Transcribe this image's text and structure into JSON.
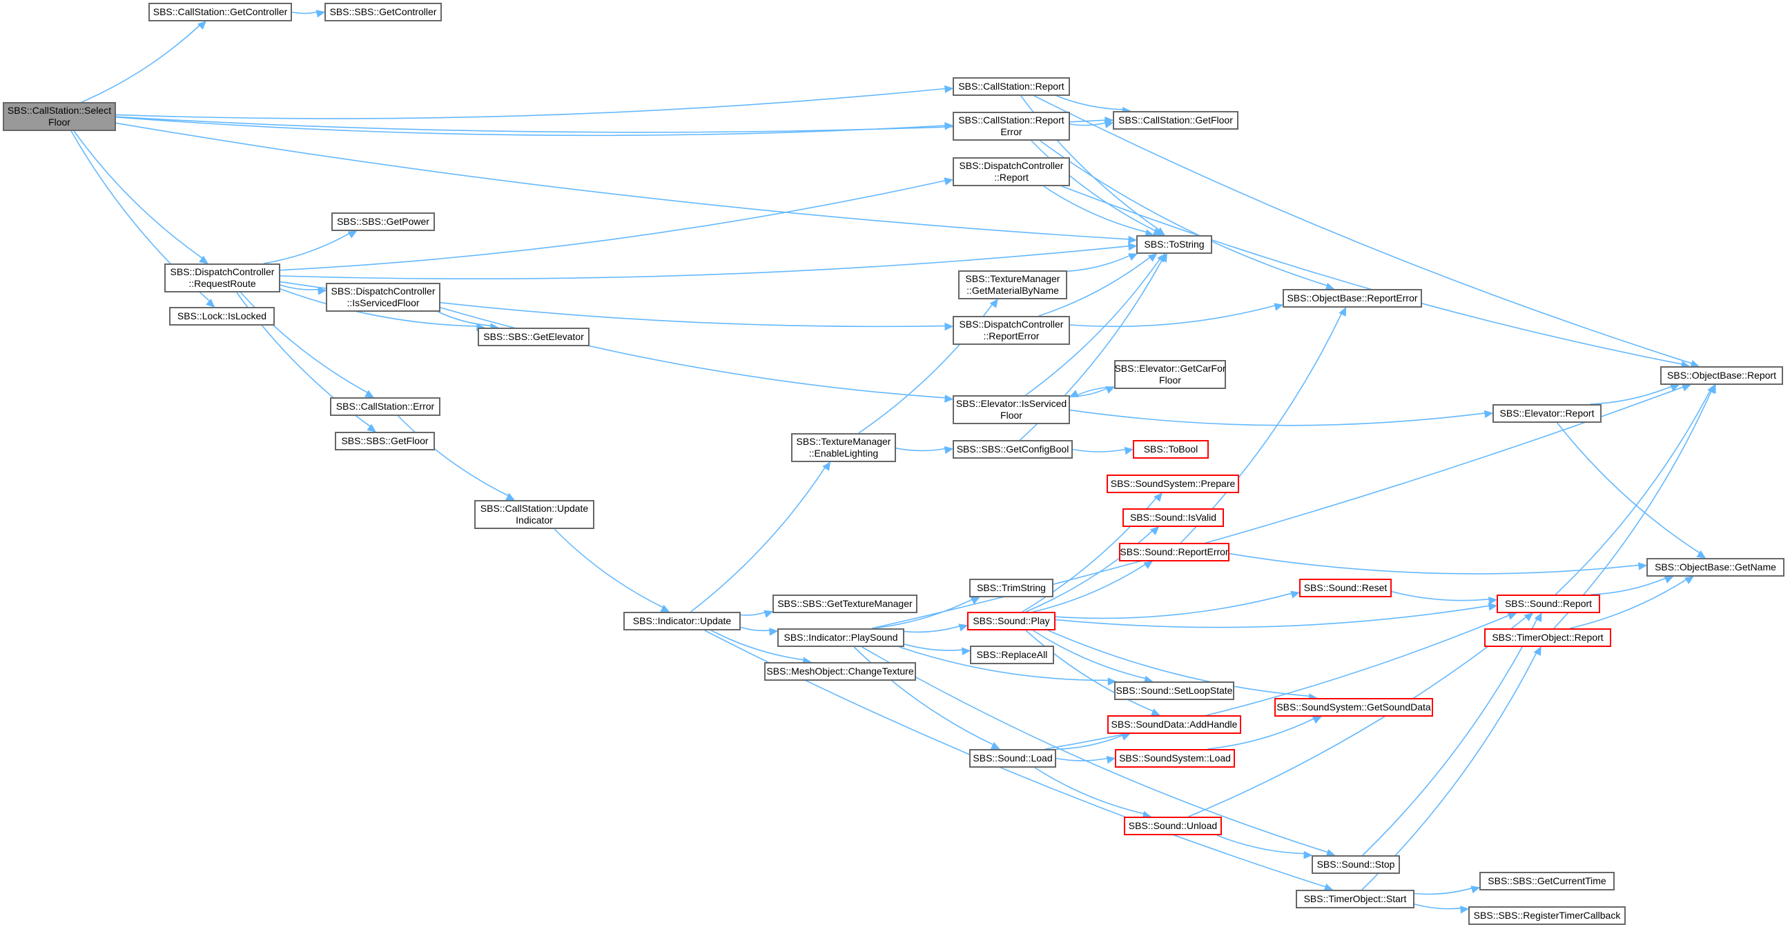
{
  "diagram": {
    "colors": {
      "edge": "#63b8ff",
      "node_border": "#666666",
      "root_fill": "#999999",
      "truncated_border": "#ff0000"
    },
    "nodes": [
      {
        "id": "select_floor",
        "label": "SBS::CallStation::Select\nFloor",
        "root": true
      },
      {
        "id": "cs_getcontroller",
        "label": "SBS::CallStation::GetController"
      },
      {
        "id": "sbs_getcontroller",
        "label": "SBS::SBS::GetController"
      },
      {
        "id": "cs_report",
        "label": "SBS::CallStation::Report"
      },
      {
        "id": "cs_getfloor",
        "label": "SBS::CallStation::GetFloor"
      },
      {
        "id": "cs_reporterror",
        "label": "SBS::CallStation::Report\nError"
      },
      {
        "id": "dc_report",
        "label": "SBS::DispatchController\n::Report"
      },
      {
        "id": "tostring",
        "label": "SBS::ToString"
      },
      {
        "id": "sbs_getpower",
        "label": "SBS::SBS::GetPower"
      },
      {
        "id": "dc_requestroute",
        "label": "SBS::DispatchController\n::RequestRoute"
      },
      {
        "id": "dc_isservicedfloor",
        "label": "SBS::DispatchController\n::IsServicedFloor"
      },
      {
        "id": "lock_islocked",
        "label": "SBS::Lock::IsLocked"
      },
      {
        "id": "sbs_getelevator",
        "label": "SBS::SBS::GetElevator"
      },
      {
        "id": "tm_getmaterialbyname",
        "label": "SBS::TextureManager\n::GetMaterialByName"
      },
      {
        "id": "dc_reporterror",
        "label": "SBS::DispatchController\n::ReportError"
      },
      {
        "id": "ob_reporterror",
        "label": "SBS::ObjectBase::ReportError"
      },
      {
        "id": "elev_getcarforfloor",
        "label": "SBS::Elevator::GetCarFor\nFloor"
      },
      {
        "id": "ob_report",
        "label": "SBS::ObjectBase::Report"
      },
      {
        "id": "elev_isservicedfloor",
        "label": "SBS::Elevator::IsServiced\nFloor"
      },
      {
        "id": "elev_report",
        "label": "SBS::Elevator::Report"
      },
      {
        "id": "cs_error",
        "label": "SBS::CallStation::Error"
      },
      {
        "id": "sbs_getfloor",
        "label": "SBS::SBS::GetFloor"
      },
      {
        "id": "tm_enablelighting",
        "label": "SBS::TextureManager\n::EnableLighting"
      },
      {
        "id": "sbs_getconfigbool",
        "label": "SBS::SBS::GetConfigBool"
      },
      {
        "id": "tobool",
        "label": "SBS::ToBool",
        "truncated": true
      },
      {
        "id": "ss_prepare",
        "label": "SBS::SoundSystem::Prepare",
        "truncated": true
      },
      {
        "id": "cs_updateindicator",
        "label": "SBS::CallStation::Update\nIndicator"
      },
      {
        "id": "sound_isvalid",
        "label": "SBS::Sound::IsValid",
        "truncated": true
      },
      {
        "id": "sound_reporterror",
        "label": "SBS::Sound::ReportError",
        "truncated": true
      },
      {
        "id": "ob_getname",
        "label": "SBS::ObjectBase::GetName"
      },
      {
        "id": "trimstring",
        "label": "SBS::TrimString"
      },
      {
        "id": "sound_reset",
        "label": "SBS::Sound::Reset",
        "truncated": true
      },
      {
        "id": "sbs_gettexturemanager",
        "label": "SBS::SBS::GetTextureManager"
      },
      {
        "id": "sound_report",
        "label": "SBS::Sound::Report",
        "truncated": true
      },
      {
        "id": "indicator_update",
        "label": "SBS::Indicator::Update"
      },
      {
        "id": "sound_play",
        "label": "SBS::Sound::Play",
        "truncated": true
      },
      {
        "id": "indicator_playsound",
        "label": "SBS::Indicator::PlaySound"
      },
      {
        "id": "timer_report",
        "label": "SBS::TimerObject::Report",
        "truncated": true
      },
      {
        "id": "replaceall",
        "label": "SBS::ReplaceAll"
      },
      {
        "id": "mesh_changetexture",
        "label": "SBS::MeshObject::ChangeTexture"
      },
      {
        "id": "ss_getsounddata",
        "label": "SBS::SoundSystem::GetSoundData",
        "truncated": true
      },
      {
        "id": "sound_setloopstate",
        "label": "SBS::Sound::SetLoopState"
      },
      {
        "id": "sd_addhandle",
        "label": "SBS::SoundData::AddHandle",
        "truncated": true
      },
      {
        "id": "sound_load",
        "label": "SBS::Sound::Load"
      },
      {
        "id": "ss_load",
        "label": "SBS::SoundSystem::Load",
        "truncated": true
      },
      {
        "id": "sound_unload",
        "label": "SBS::Sound::Unload",
        "truncated": true
      },
      {
        "id": "sound_stop",
        "label": "SBS::Sound::Stop"
      },
      {
        "id": "sbs_getcurrenttime",
        "label": "SBS::SBS::GetCurrentTime"
      },
      {
        "id": "timer_start",
        "label": "SBS::TimerObject::Start"
      },
      {
        "id": "sbs_registertimercallback",
        "label": "SBS::SBS::RegisterTimerCallback"
      }
    ],
    "edges": [
      [
        "select_floor",
        "cs_getcontroller"
      ],
      [
        "select_floor",
        "cs_getfloor"
      ],
      [
        "select_floor",
        "cs_report"
      ],
      [
        "select_floor",
        "cs_reporterror"
      ],
      [
        "select_floor",
        "tostring"
      ],
      [
        "select_floor",
        "dc_requestroute"
      ],
      [
        "select_floor",
        "lock_islocked"
      ],
      [
        "cs_getcontroller",
        "sbs_getcontroller"
      ],
      [
        "cs_report",
        "cs_getfloor"
      ],
      [
        "cs_report",
        "tostring"
      ],
      [
        "cs_report",
        "ob_report"
      ],
      [
        "cs_reporterror",
        "cs_getfloor"
      ],
      [
        "cs_reporterror",
        "tostring"
      ],
      [
        "cs_reporterror",
        "ob_reporterror"
      ],
      [
        "dc_report",
        "tostring"
      ],
      [
        "dc_report",
        "ob_report"
      ],
      [
        "dc_requestroute",
        "dc_report"
      ],
      [
        "dc_requestroute",
        "sbs_getpower"
      ],
      [
        "dc_requestroute",
        "tostring"
      ],
      [
        "dc_requestroute",
        "dc_isservicedfloor"
      ],
      [
        "dc_requestroute",
        "sbs_getelevator"
      ],
      [
        "dc_requestroute",
        "dc_reporterror"
      ],
      [
        "dc_requestroute",
        "cs_error"
      ],
      [
        "dc_requestroute",
        "sbs_getfloor"
      ],
      [
        "dc_isservicedfloor",
        "sbs_getelevator"
      ],
      [
        "dc_isservicedfloor",
        "elev_isservicedfloor"
      ],
      [
        "tm_getmaterialbyname",
        "tostring"
      ],
      [
        "dc_reporterror",
        "tostring"
      ],
      [
        "dc_reporterror",
        "ob_reporterror"
      ],
      [
        "elev_isservicedfloor",
        "tostring"
      ],
      [
        "elev_isservicedfloor",
        "elev_getcarforfloor"
      ],
      [
        "elev_isservicedfloor",
        "elev_report"
      ],
      [
        "elev_getcarforfloor",
        "elev_isservicedfloor"
      ],
      [
        "elev_report",
        "ob_report"
      ],
      [
        "elev_report",
        "ob_getname"
      ],
      [
        "cs_error",
        "cs_updateindicator"
      ],
      [
        "cs_updateindicator",
        "indicator_update"
      ],
      [
        "tm_enablelighting",
        "tm_getmaterialbyname"
      ],
      [
        "tm_enablelighting",
        "sbs_getconfigbool"
      ],
      [
        "sbs_getconfigbool",
        "tobool"
      ],
      [
        "sbs_getconfigbool",
        "tostring"
      ],
      [
        "indicator_update",
        "tm_enablelighting"
      ],
      [
        "indicator_update",
        "sbs_gettexturemanager"
      ],
      [
        "indicator_update",
        "indicator_playsound"
      ],
      [
        "indicator_update",
        "mesh_changetexture"
      ],
      [
        "indicator_update",
        "timer_start"
      ],
      [
        "indicator_playsound",
        "ob_report"
      ],
      [
        "indicator_playsound",
        "trimstring"
      ],
      [
        "indicator_playsound",
        "sound_play"
      ],
      [
        "indicator_playsound",
        "replaceall"
      ],
      [
        "indicator_playsound",
        "sound_setloopstate"
      ],
      [
        "indicator_playsound",
        "sound_load"
      ],
      [
        "indicator_playsound",
        "sound_stop"
      ],
      [
        "sound_play",
        "ss_prepare"
      ],
      [
        "sound_play",
        "sound_isvalid"
      ],
      [
        "sound_play",
        "sound_reporterror"
      ],
      [
        "sound_play",
        "sound_reset"
      ],
      [
        "sound_play",
        "sound_report"
      ],
      [
        "sound_play",
        "sound_setloopstate"
      ],
      [
        "sound_play",
        "sd_addhandle"
      ],
      [
        "sound_play",
        "ss_getsounddata"
      ],
      [
        "sound_reporterror",
        "ob_reporterror"
      ],
      [
        "sound_reporterror",
        "ob_getname"
      ],
      [
        "sound_reset",
        "sound_report"
      ],
      [
        "sound_report",
        "ob_report"
      ],
      [
        "sound_report",
        "ob_getname"
      ],
      [
        "timer_report",
        "ob_report"
      ],
      [
        "timer_report",
        "ob_getname"
      ],
      [
        "sound_load",
        "sd_addhandle"
      ],
      [
        "sound_load",
        "ss_load"
      ],
      [
        "sound_load",
        "sound_report"
      ],
      [
        "sound_load",
        "sound_unload"
      ],
      [
        "ss_load",
        "ss_getsounddata"
      ],
      [
        "sound_unload",
        "sound_report"
      ],
      [
        "sound_unload",
        "sound_stop"
      ],
      [
        "sound_stop",
        "sound_report"
      ],
      [
        "timer_start",
        "timer_report"
      ],
      [
        "timer_start",
        "sbs_getcurrenttime"
      ],
      [
        "timer_start",
        "sbs_registertimercallback"
      ]
    ]
  }
}
